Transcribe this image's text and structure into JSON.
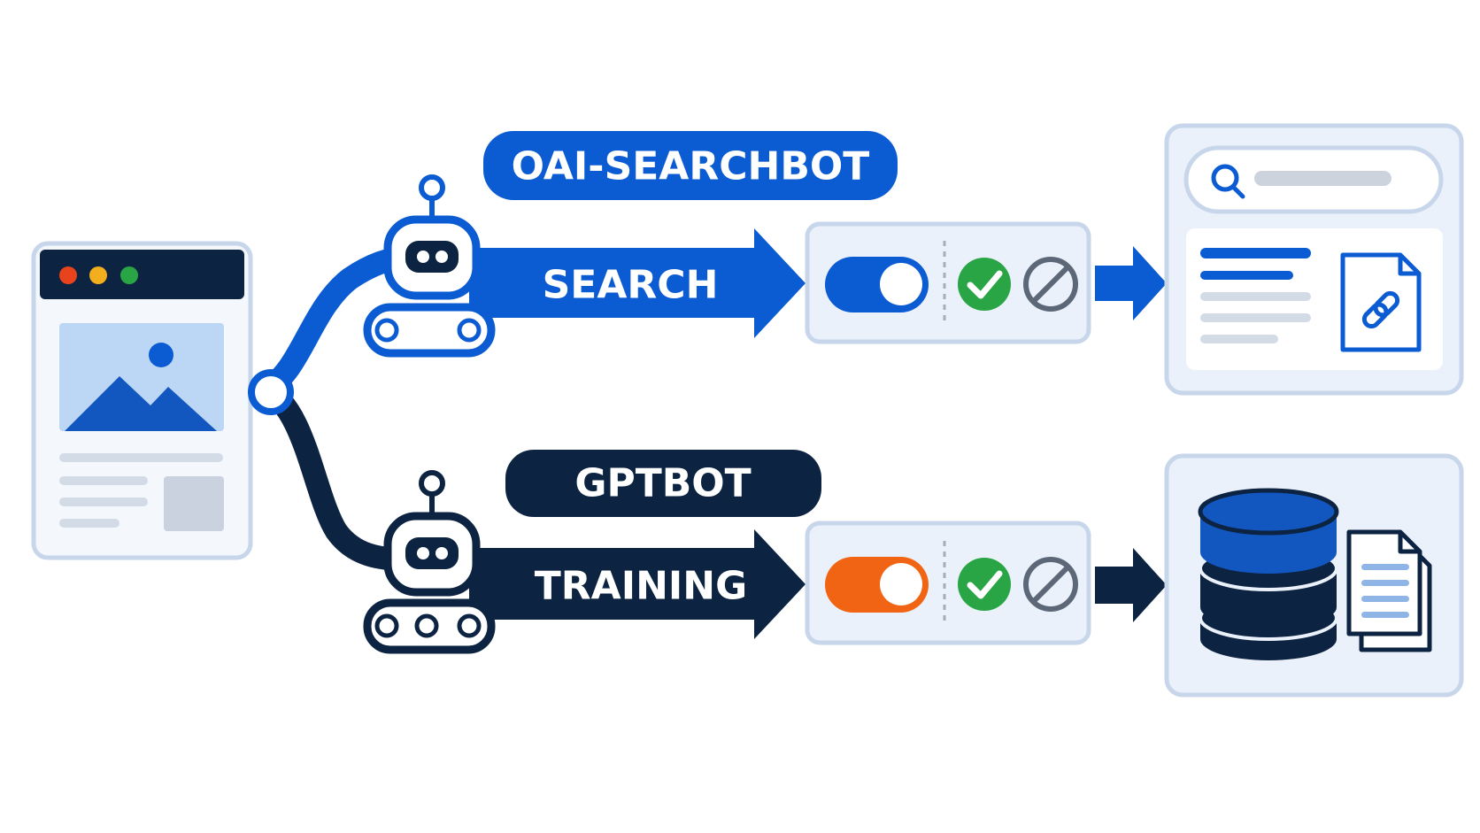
{
  "diagram": {
    "source_page": {
      "window_dots": [
        "#e8431c",
        "#f2ae1c",
        "#2aa545"
      ]
    },
    "search_lane": {
      "bot_name": "OAI-SEARCHBOT",
      "purpose": "SEARCH",
      "toggle": "on",
      "toggle_color": "#0b5bd3",
      "options": [
        "check-icon",
        "block-icon"
      ],
      "result": "search-results-with-cited-link"
    },
    "training_lane": {
      "bot_name": "GPTBOT",
      "purpose": "TRAINING",
      "toggle": "on",
      "toggle_color": "#f06414",
      "options": [
        "check-icon",
        "block-icon"
      ],
      "result": "database-with-documents"
    },
    "colors": {
      "search_blue": "#0b5bd3",
      "training_navy": "#0c2341",
      "allow_green": "#2aa545",
      "block_gray": "#5c6878",
      "panel_fill": "#eaf1fb",
      "panel_stroke": "#c7d6ea"
    }
  }
}
